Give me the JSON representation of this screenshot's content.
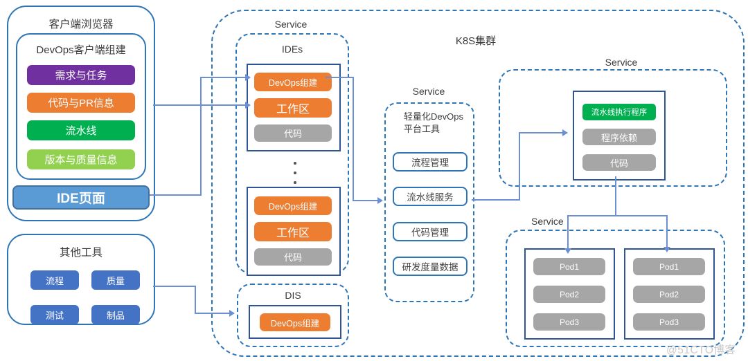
{
  "watermark": "@51CTO博客",
  "colors": {
    "purple": "#7030A0",
    "orange": "#ED7D31",
    "green": "#00B050",
    "light_green": "#92D050",
    "ide_blue": "#5B9BD5",
    "tool_blue": "#4472C4",
    "gray": "#A6A6A6",
    "dashed_border_blue": "#2E75B6",
    "rect_border_blue": "#2F5597",
    "connector_blue": "#6b8fd4"
  },
  "client_browser": {
    "title": "客户端浏览器",
    "devops_client": {
      "title": "DevOps客户端组建",
      "buttons": [
        {
          "label": "需求与任务",
          "color": "#7030A0"
        },
        {
          "label": "代码与PR信息",
          "color": "#ED7D31"
        },
        {
          "label": "流水线",
          "color": "#00B050"
        },
        {
          "label": "版本与质量信息",
          "color": "#92D050"
        }
      ]
    },
    "ide_page_label": "IDE页面"
  },
  "other_tools": {
    "title": "其他工具",
    "buttons": [
      "流程",
      "质量",
      "测试",
      "制品"
    ]
  },
  "k8s_cluster": {
    "title": "K8S集群",
    "ides_service": {
      "service_label": "Service",
      "title": "IDEs",
      "instances": [
        {
          "components": [
            {
              "label": "DevOps组建",
              "color": "#ED7D31"
            },
            {
              "label": "工作区",
              "color": "#ED7D31"
            },
            {
              "label": "代码",
              "color": "#A6A6A6"
            }
          ]
        },
        {
          "components": [
            {
              "label": "DevOps组建",
              "color": "#ED7D31"
            },
            {
              "label": "工作区",
              "color": "#ED7D31"
            },
            {
              "label": "代码",
              "color": "#A6A6A6"
            }
          ]
        }
      ]
    },
    "dis": {
      "title": "DIS",
      "component": {
        "label": "DevOps组建",
        "color": "#ED7D31"
      }
    },
    "platform_service": {
      "service_label": "Service",
      "title_line1": "轻量化DevOps",
      "title_line2": "平台工具",
      "buttons": [
        "流程管理",
        "流水线服务",
        "代码管理",
        "研发度量数据"
      ]
    },
    "pipeline_service": {
      "service_label": "Service",
      "components": [
        {
          "label": "流水线执行程序",
          "color": "#00B050"
        },
        {
          "label": "程序依赖",
          "color": "#A6A6A6"
        },
        {
          "label": "代码",
          "color": "#A6A6A6"
        }
      ]
    },
    "pods_service": {
      "service_label": "Service",
      "groups": [
        [
          "Pod1",
          "Pod2",
          "Pod3"
        ],
        [
          "Pod1",
          "Pod2",
          "Pod3"
        ]
      ]
    }
  }
}
